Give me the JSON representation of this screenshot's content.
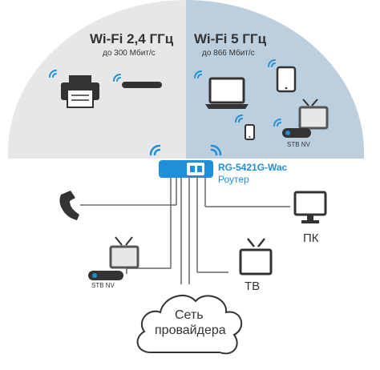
{
  "band_24": {
    "title": "Wi-Fi 2,4 ГГц",
    "subtitle": "до 300 Мбит/с"
  },
  "band_5": {
    "title": "Wi-Fi 5 ГГц",
    "subtitle": "до 866 Мбит/с"
  },
  "router": {
    "model": "RG-5421G-Wac",
    "role": "Роутер"
  },
  "stb_label_wifi": "STB NV",
  "stb_label_wired": "STB NV",
  "pc_label": "ПК",
  "tv_label": "ТВ",
  "cloud": {
    "line1": "Сеть",
    "line2": "провайдера"
  },
  "colors": {
    "accent": "#1f8fd8",
    "dark": "#333333",
    "band24_bg": "#e5e7e9",
    "band5_bg": "#bccfdf"
  }
}
